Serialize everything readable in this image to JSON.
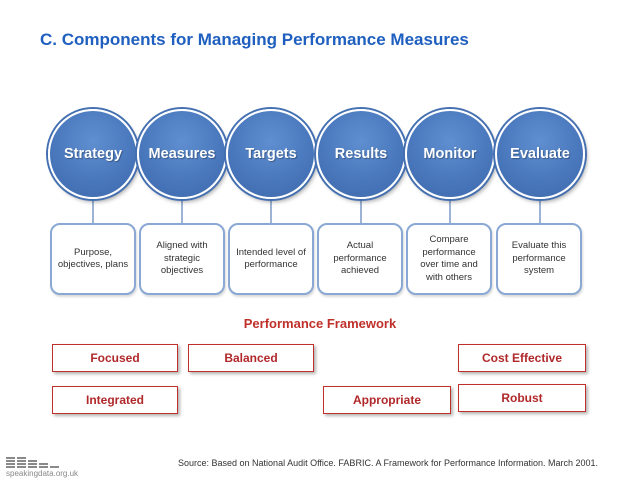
{
  "title": "C. Components for Managing Performance Measures",
  "components": [
    {
      "name": "Strategy",
      "description": "Purpose, objectives, plans"
    },
    {
      "name": "Measures",
      "description": "Aligned with strategic objectives"
    },
    {
      "name": "Targets",
      "description": "Intended level of performance"
    },
    {
      "name": "Results",
      "description": "Actual performance achieved"
    },
    {
      "name": "Monitor",
      "description": "Compare performance over time and with others"
    },
    {
      "name": "Evaluate",
      "description": "Evaluate this performance system"
    }
  ],
  "framework": {
    "title": "Performance Framework",
    "items": [
      "Focused",
      "Balanced",
      "Cost Effective",
      "Integrated",
      "Appropriate",
      "Robust"
    ]
  },
  "source": "Source: Based on National Audit Office.  FABRIC.  A Framework for Performance Information. March 2001.",
  "logo_text": "speakingdata.org.uk",
  "colors": {
    "title": "#1f5fbf",
    "circle": "#4a78bd",
    "framework": "#c0302a"
  }
}
